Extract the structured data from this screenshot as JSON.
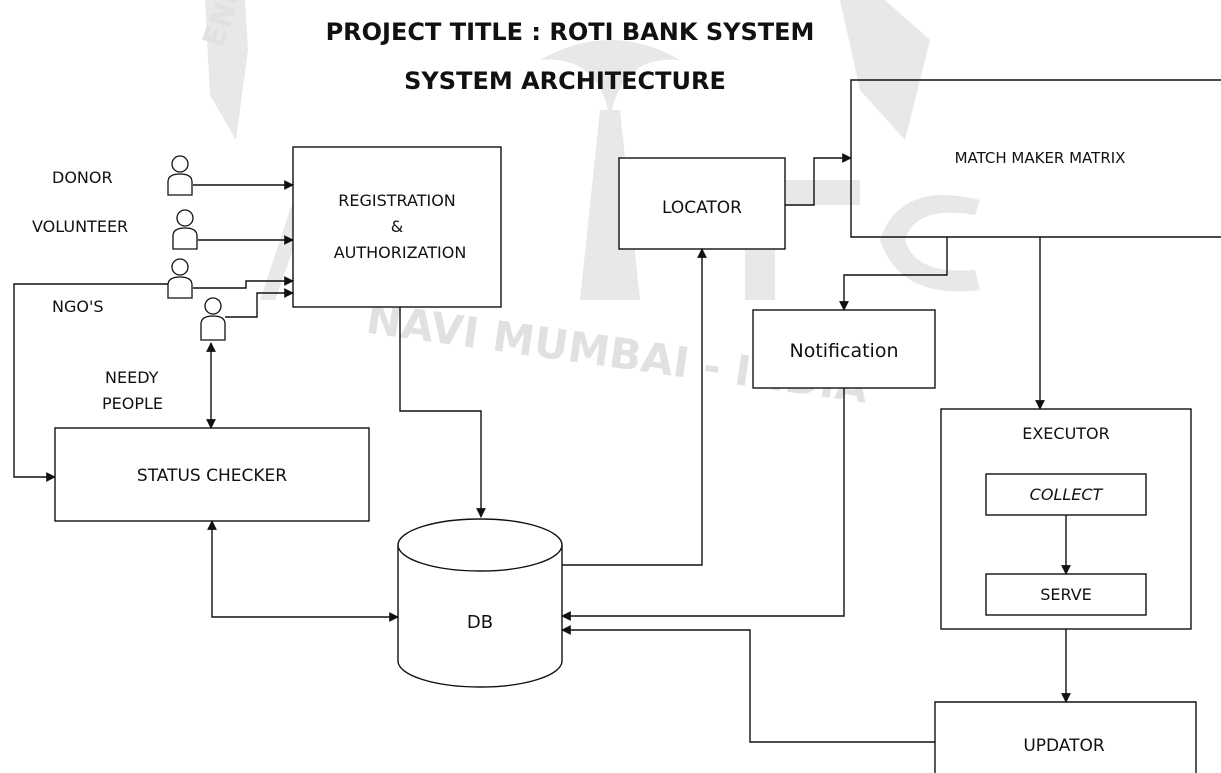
{
  "title": "PROJECT TITLE : ROTI BANK SYSTEM",
  "subtitle": "SYSTEM ARCHITECTURE",
  "watermark": {
    "left_text": "ENGIN",
    "bottom_text": "NAVI MUMBAI - INDIA",
    "logo_text": "AKTC",
    "color": "#dcdcdc"
  },
  "actors": {
    "donor": "DONOR",
    "volunteer": "VOLUNTEER",
    "ngo": "NGO'S",
    "needy": [
      "NEEDY",
      "PEOPLE"
    ]
  },
  "components": {
    "registration": [
      "REGISTRATION",
      "&",
      "AUTHORIZATION"
    ],
    "locator": "LOCATOR",
    "matchmaker": "MATCH MAKER MATRIX",
    "notification": "Notification",
    "status_checker": "STATUS CHECKER",
    "db": "DB",
    "executor": "EXECUTOR",
    "collect": "COLLECT",
    "serve": "SERVE",
    "updator": "UPDATOR"
  }
}
